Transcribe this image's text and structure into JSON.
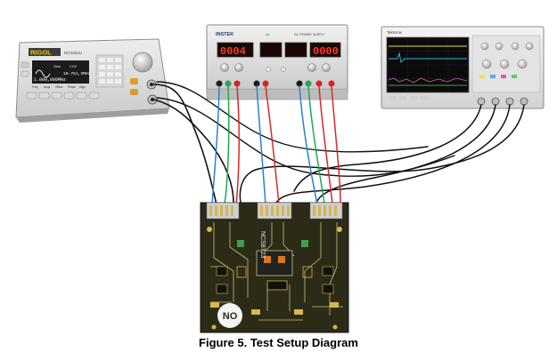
{
  "caption": "Figure 5. Test Setup Diagram",
  "function_generator": {
    "brand": "RIGOL",
    "model": "DG1022U",
    "ch1_wave": "Sine",
    "ch1_freq": "1.000,000MHz",
    "ch2_label": "CH2",
    "ch2_freq": "10.751,3MHz",
    "softkeys": [
      "Freq",
      "Ampl",
      "Offset",
      "Phase",
      "Align"
    ]
  },
  "power_supply": {
    "brand": "INSTEK",
    "title": "DC POWER SUPPLY",
    "model": "LA",
    "left_display": "0004",
    "right_display": "0000"
  },
  "oscilloscope": {
    "brand": "Tektronix"
  },
  "dut_board": {
    "part_label": "NCS8723",
    "badge": "NO"
  },
  "colors": {
    "wire_black": "#111111",
    "wire_red": "#d62a2a",
    "wire_green": "#22a55a",
    "wire_blue": "#2b80d0",
    "pcb": "#2b2b18",
    "pcb_trace": "#c8c27a",
    "gold": "#d7b64b"
  }
}
